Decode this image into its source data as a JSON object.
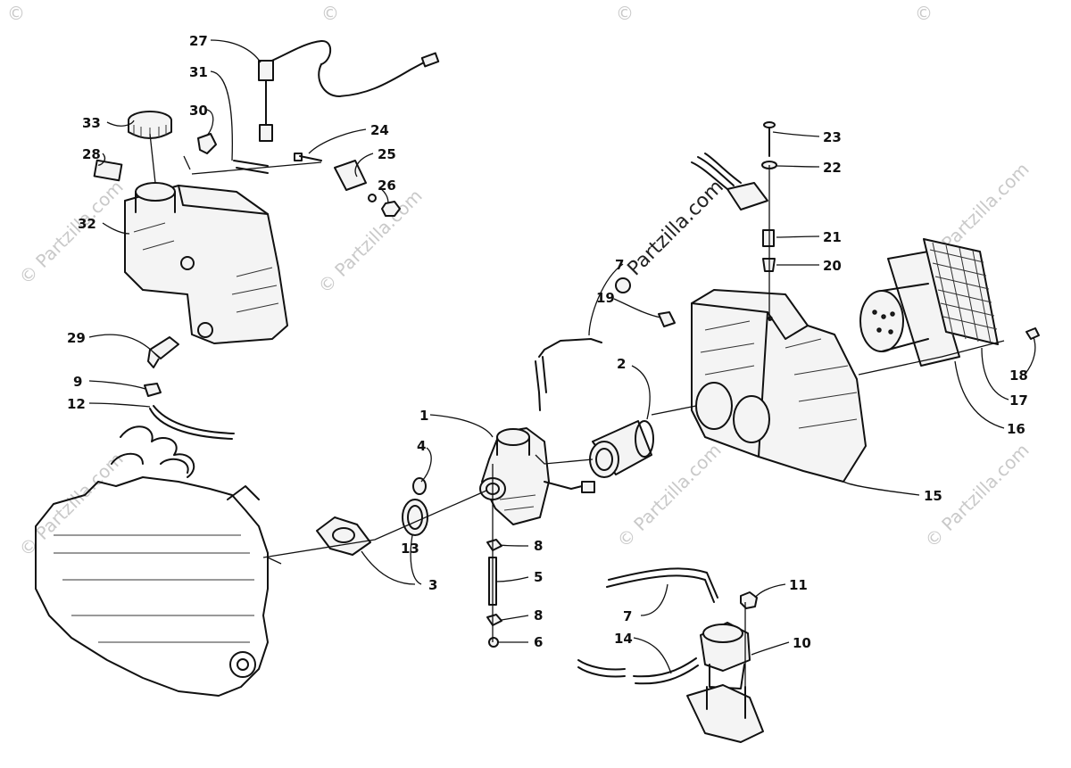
{
  "watermark": {
    "main": "Partzilla.com",
    "faint": "© Partzilla.com",
    "corner": "©"
  },
  "callouts": {
    "c1": "1",
    "c2": "2",
    "c3": "3",
    "c4": "4",
    "c5": "5",
    "c6": "6",
    "c7a": "7",
    "c7b": "7",
    "c8a": "8",
    "c8b": "8",
    "c9": "9",
    "c10": "10",
    "c11": "11",
    "c12": "12",
    "c13": "13",
    "c14": "14",
    "c15": "15",
    "c16": "16",
    "c17": "17",
    "c18": "18",
    "c19": "19",
    "c20": "20",
    "c21": "21",
    "c22": "22",
    "c23": "23",
    "c24": "24",
    "c25": "25",
    "c26": "26",
    "c27": "27",
    "c28": "28",
    "c29": "29",
    "c30": "30",
    "c31": "31",
    "c32": "32",
    "c33": "33"
  }
}
